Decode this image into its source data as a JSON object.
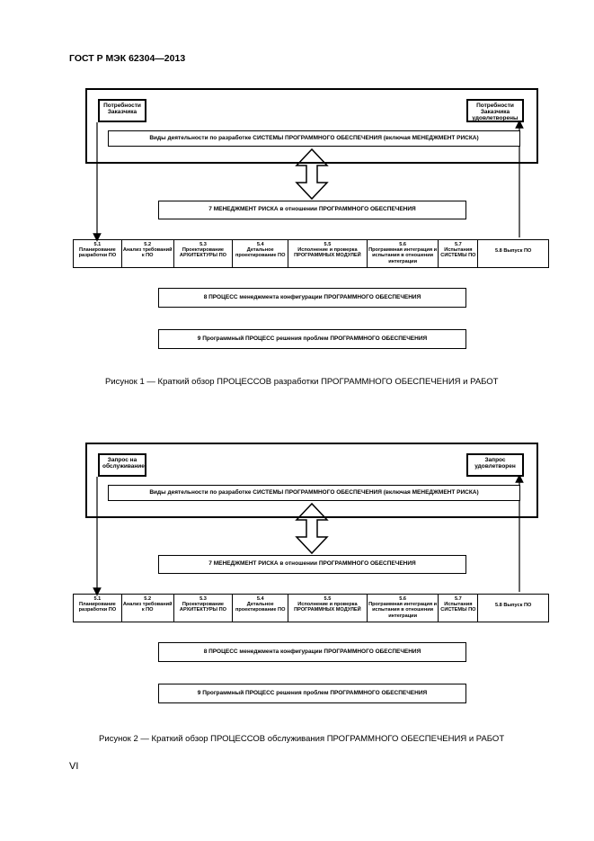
{
  "header": {
    "standard": "ГОСТ Р МЭК 62304—2013"
  },
  "figures": [
    {
      "left_box": "Потребности Заказчика",
      "right_box": "Потребности Заказчика удовлетворены",
      "activity": "Виды деятельности по разработке СИСТЕМЫ ПРОГРАММНОГО ОБЕСПЕЧЕНИЯ (включая МЕНЕДЖМЕНТ РИСКА)",
      "risk": "7 МЕНЕДЖМЕНТ РИСКА в отношении ПРОГРАММНОГО ОБЕСПЕЧЕНИЯ",
      "steps": [
        {
          "num": "5.1",
          "text": "Планирование разработки ПО"
        },
        {
          "num": "5.2",
          "text": "Анализ требований к ПО"
        },
        {
          "num": "5.3",
          "text": "Проектирование АРХИТЕКТУРЫ ПО"
        },
        {
          "num": "5.4",
          "text": "Детальное проектирование ПО"
        },
        {
          "num": "5.5",
          "text": "Исполнение и проверка ПРОГРАММНЫХ МОДУЛЕЙ"
        },
        {
          "num": "5.6",
          "text": "Программная интеграция и испытания в отношении интеграции"
        },
        {
          "num": "5.7",
          "text": "Испытания СИСТЕМЫ ПО"
        },
        {
          "num": "5.8",
          "text": "Выпуск ПО"
        }
      ],
      "config": "8 ПРОЦЕСС менеджмента конфигурации ПРОГРАММНОГО ОБЕСПЕЧЕНИЯ",
      "problem": "9 Программный ПРОЦЕСС решения проблем ПРОГРАММНОГО ОБЕСПЕЧЕНИЯ",
      "caption": "Рисунок 1 — Краткий обзор ПРОЦЕССОВ разработки ПРОГРАММНОГО ОБЕСПЕЧЕНИЯ и РАБОТ"
    },
    {
      "left_box": "Запрос на обслуживание",
      "right_box": "Запрос удовлетворен",
      "activity": "Виды деятельности по разработке СИСТЕМЫ ПРОГРАММНОГО ОБЕСПЕЧЕНИЯ (включая МЕНЕДЖМЕНТ РИСКА)",
      "risk": "7 МЕНЕДЖМЕНТ РИСКА в отношении ПРОГРАММНОГО ОБЕСПЕЧЕНИЯ",
      "steps": [
        {
          "num": "5.1",
          "text": "Планирование разработки ПО"
        },
        {
          "num": "5.2",
          "text": "Анализ требований к ПО"
        },
        {
          "num": "5.3",
          "text": "Проектирование АРХИТЕКТУРЫ ПО"
        },
        {
          "num": "5.4",
          "text": "Детальное проектирование ПО"
        },
        {
          "num": "5.5",
          "text": "Исполнение и проверка ПРОГРАММНЫХ МОДУЛЕЙ"
        },
        {
          "num": "5.6",
          "text": "Программная интеграция и испытания в отношении интеграции"
        },
        {
          "num": "5.7",
          "text": "Испытания СИСТЕМЫ ПО"
        },
        {
          "num": "5.8",
          "text": "Выпуск ПО"
        }
      ],
      "config": "8 ПРОЦЕСС менеджмента конфигурации ПРОГРАММНОГО ОБЕСПЕЧЕНИЯ",
      "problem": "9 Программный ПРОЦЕСС решения проблем ПРОГРАММНОГО ОБЕСПЕЧЕНИЯ",
      "caption": "Рисунок 2 — Краткий обзор ПРОЦЕССОВ обслуживания ПРОГРАММНОГО ОБЕСПЕЧЕНИЯ и РАБОТ"
    }
  ],
  "footer": {
    "page": "VI"
  }
}
